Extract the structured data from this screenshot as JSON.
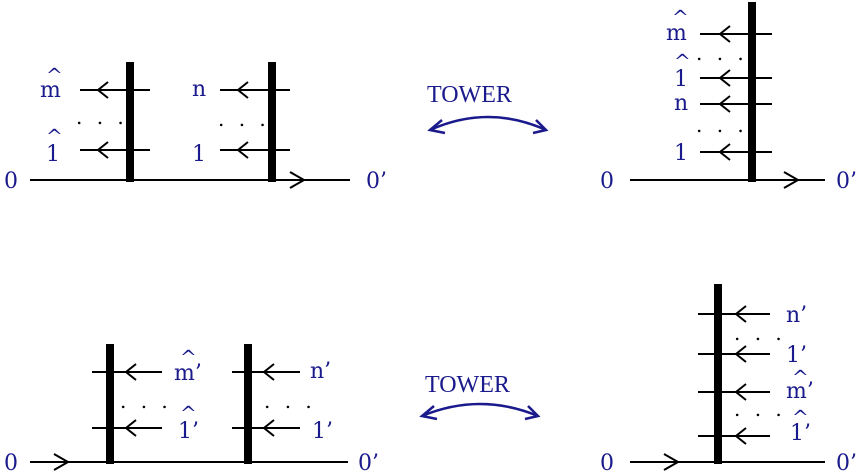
{
  "top_left": {
    "start": "0",
    "end": "0’",
    "pole1": {
      "top_label": "m",
      "bottom_label": "1",
      "dots": ". . ."
    },
    "pole2": {
      "top_label": "n",
      "bottom_label": "1",
      "dots": ". . ."
    }
  },
  "top_right": {
    "start": "0",
    "end": "0’",
    "labels": [
      "m",
      "1",
      "n",
      "1"
    ],
    "dots": ". . ."
  },
  "bottom_left": {
    "start": "0",
    "end": "0’",
    "pole1": {
      "top_label": "m’",
      "bottom_label": "1’",
      "dots": ". . ."
    },
    "pole2": {
      "top_label": "n’",
      "bottom_label": "1’",
      "dots": ". . ."
    }
  },
  "bottom_right": {
    "start": "0",
    "end": "0’",
    "labels": [
      "n’",
      "1’",
      "m’",
      "1’"
    ],
    "dots": ". . ."
  },
  "transforms": [
    "TOWER",
    "TOWER"
  ],
  "hat_symbol": "^"
}
